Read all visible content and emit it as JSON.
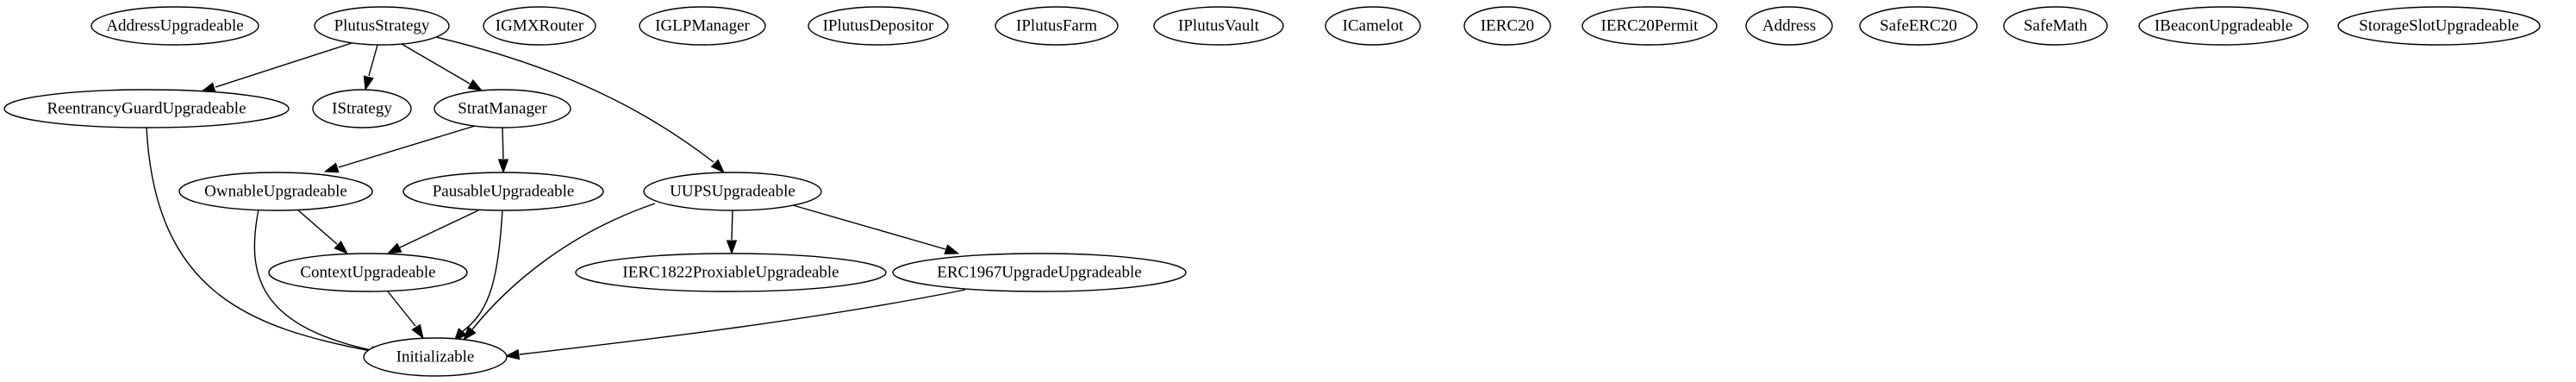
{
  "graph": {
    "type": "inheritance-graph",
    "nodes": {
      "addressupgradeable": "AddressUpgradeable",
      "plutusstrategy": "PlutusStrategy",
      "igmxrouter": "IGMXRouter",
      "iglpmanager": "IGLPManager",
      "iplutusdepositor": "IPlutusDepositor",
      "iplutusfarm": "IPlutusFarm",
      "iplutusvault": "IPlutusVault",
      "icamelot": "ICamelot",
      "ierc20": "IERC20",
      "ierc20permit": "IERC20Permit",
      "address": "Address",
      "safeerc20": "SafeERC20",
      "safemath": "SafeMath",
      "ibeaconupgradeable": "IBeaconUpgradeable",
      "storageslotupgradeable": "StorageSlotUpgradeable",
      "reentrancyguardupgradeable": "ReentrancyGuardUpgradeable",
      "istrategy": "IStrategy",
      "stratmanager": "StratManager",
      "ownableupgradeable": "OwnableUpgradeable",
      "pausableupgradeable": "PausableUpgradeable",
      "uupsupgradeable": "UUPSUpgradeable",
      "contextupgradeable": "ContextUpgradeable",
      "ierc1822proxiableupgradeable": "IERC1822ProxiableUpgradeable",
      "erc1967upgradeupgradeable": "ERC1967UpgradeUpgradeable",
      "initializable": "Initializable"
    },
    "edges": [
      {
        "from": "plutusstrategy",
        "to": "reentrancyguardupgradeable"
      },
      {
        "from": "plutusstrategy",
        "to": "istrategy"
      },
      {
        "from": "plutusstrategy",
        "to": "stratmanager"
      },
      {
        "from": "plutusstrategy",
        "to": "uupsupgradeable"
      },
      {
        "from": "stratmanager",
        "to": "ownableupgradeable"
      },
      {
        "from": "stratmanager",
        "to": "pausableupgradeable"
      },
      {
        "from": "reentrancyguardupgradeable",
        "to": "initializable"
      },
      {
        "from": "ownableupgradeable",
        "to": "contextupgradeable"
      },
      {
        "from": "ownableupgradeable",
        "to": "initializable"
      },
      {
        "from": "pausableupgradeable",
        "to": "contextupgradeable"
      },
      {
        "from": "pausableupgradeable",
        "to": "initializable"
      },
      {
        "from": "uupsupgradeable",
        "to": "initializable"
      },
      {
        "from": "uupsupgradeable",
        "to": "ierc1822proxiableupgradeable"
      },
      {
        "from": "uupsupgradeable",
        "to": "erc1967upgradeupgradeable"
      },
      {
        "from": "contextupgradeable",
        "to": "initializable"
      },
      {
        "from": "erc1967upgradeupgradeable",
        "to": "initializable"
      }
    ]
  }
}
